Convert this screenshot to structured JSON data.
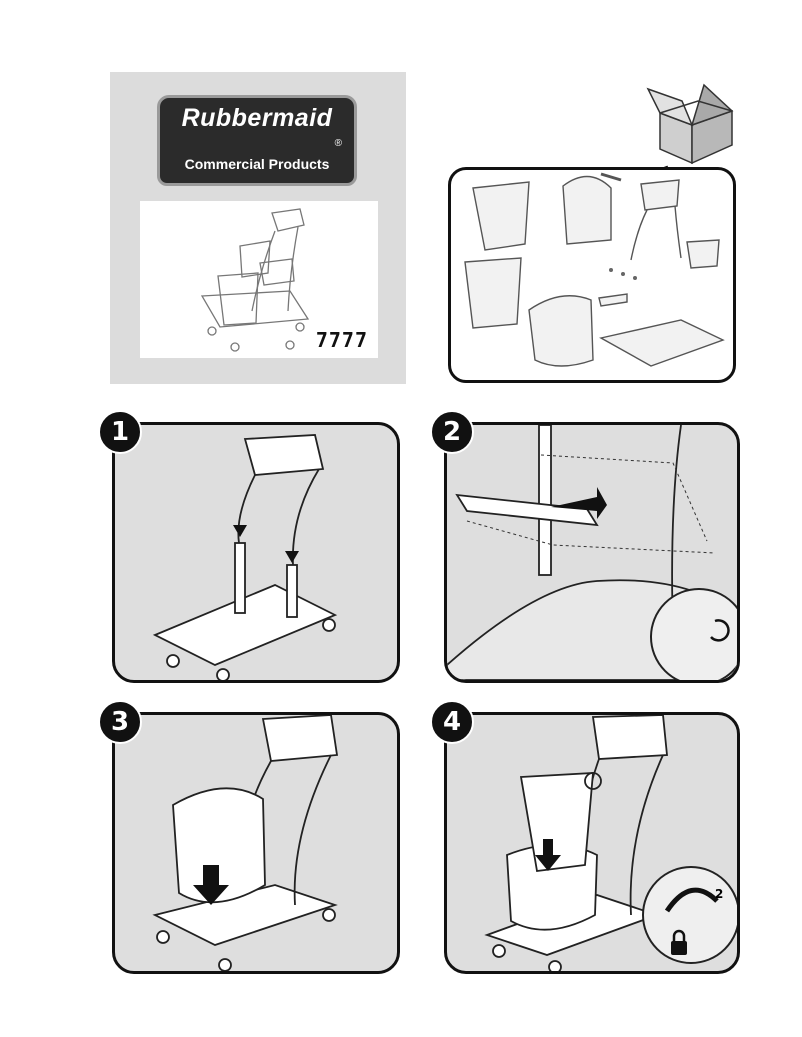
{
  "brand": {
    "name": "Rubbermaid",
    "registered_mark": "®",
    "subtitle": "Commercial Products"
  },
  "product": {
    "model_number": "7777"
  },
  "steps": [
    {
      "number": "1"
    },
    {
      "number": "2"
    },
    {
      "number": "3"
    },
    {
      "number": "4"
    }
  ],
  "step4": {
    "rotate_label": "2"
  },
  "icons": [
    "box-icon",
    "lock-icon",
    "rotate-icon",
    "arrow-icon"
  ],
  "colors": {
    "panel": "#dedede",
    "logo_bg": "#2b2b2b",
    "outline": "#111111"
  }
}
